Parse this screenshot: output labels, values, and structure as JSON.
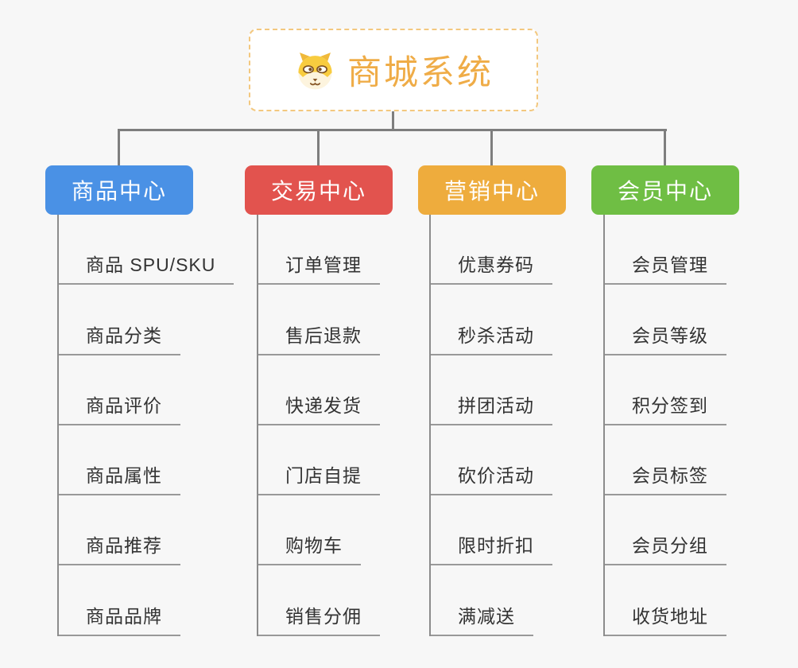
{
  "app": {
    "type": "mindmap",
    "background_color": "#f7f7f7"
  },
  "connector": {
    "color": "#7e7e7e"
  },
  "root": {
    "title": "商城系统",
    "icon": "doge-icon",
    "text_color": "#efac47",
    "border_color": "#f3c87f",
    "background": "#ffffff"
  },
  "branches": [
    {
      "label": "商品中心",
      "color": "#4a91e5",
      "items": [
        "商品 SPU/SKU",
        "商品分类",
        "商品评价",
        "商品属性",
        "商品推荐",
        "商品品牌"
      ]
    },
    {
      "label": "交易中心",
      "color": "#e2534e",
      "items": [
        "订单管理",
        "售后退款",
        "快递发货",
        "门店自提",
        "购物车",
        "销售分佣"
      ]
    },
    {
      "label": "营销中心",
      "color": "#eeac3d",
      "items": [
        "优惠券码",
        "秒杀活动",
        "拼团活动",
        "砍价活动",
        "限时折扣",
        "满减送"
      ]
    },
    {
      "label": "会员中心",
      "color": "#6fbe44",
      "items": [
        "会员管理",
        "会员等级",
        "积分签到",
        "会员标签",
        "会员分组",
        "收货地址"
      ]
    }
  ]
}
